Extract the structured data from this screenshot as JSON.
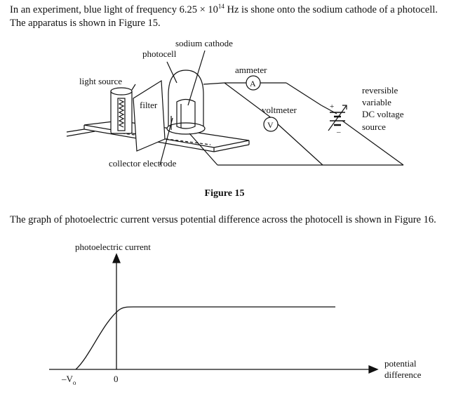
{
  "intro": {
    "part1": "In an experiment, blue light of frequency 6.25 × 10",
    "exponent": "14",
    "part2": " Hz is shone onto the sodium cathode of a photocell. The apparatus is shown in Figure 15."
  },
  "figure15": {
    "labels": {
      "light_source": "light source",
      "photocell": "photocell",
      "sodium_cathode": "sodium cathode",
      "ammeter": "ammeter",
      "ammeter_symbol": "A",
      "voltmeter": "voltmeter",
      "voltmeter_symbol": "V",
      "filter": "filter",
      "collector_electrode": "collector electrode",
      "source_line1": "reversible",
      "source_line2": "variable",
      "source_line3": "DC voltage",
      "source_line4": "source",
      "plus": "+",
      "minus": "–"
    },
    "caption": "Figure 15"
  },
  "graph_intro": "The graph of photoelectric current versus potential difference across the photocell is shown in Figure 16.",
  "figure16": {
    "y_axis_label": "photoelectric current",
    "x_axis_label_line1": "potential",
    "x_axis_label_line2": "difference",
    "tick_negative": "–V",
    "tick_negative_sub": "o",
    "tick_zero": "0"
  }
}
